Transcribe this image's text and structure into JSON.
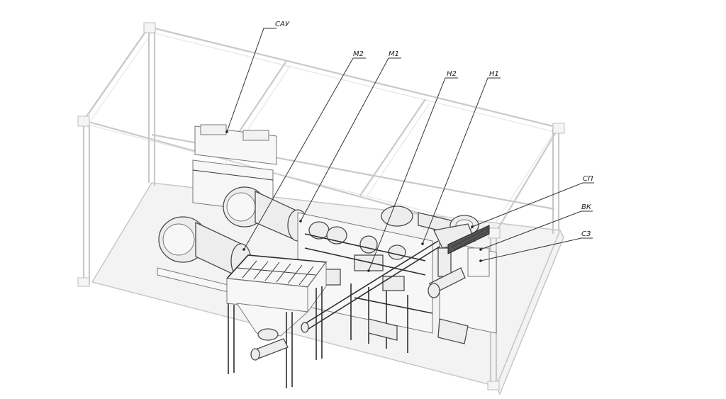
{
  "labels": {
    "cau": "САУ",
    "m2": "М2",
    "m1": "М1",
    "n2": "Н2",
    "n1": "Н1",
    "sp": "СП",
    "vk": "ВК",
    "sz": "СЗ"
  }
}
